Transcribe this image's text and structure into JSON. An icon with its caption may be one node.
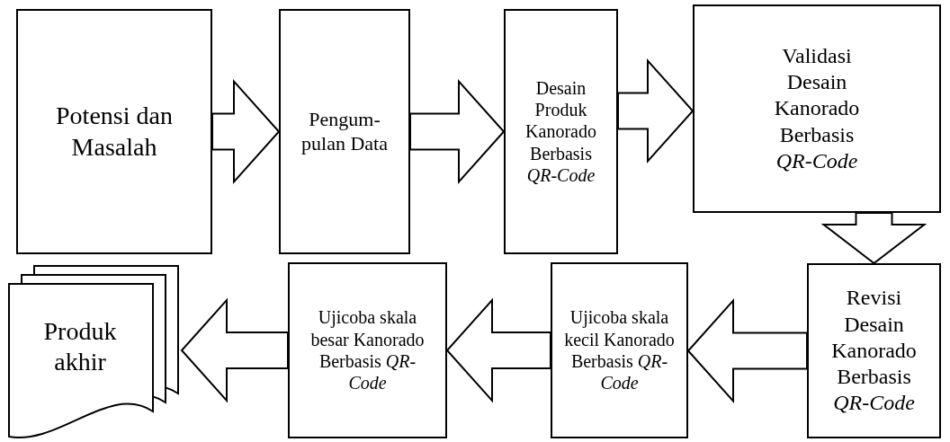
{
  "diagram": {
    "nodes": [
      {
        "text": [
          "Potensi dan Masalah"
        ]
      },
      {
        "text": [
          "Pengum-pulan Data"
        ]
      },
      {
        "text": [
          "Desain Produk Kanorado Berbasis *QR-Code*"
        ]
      },
      {
        "text": [
          "Validasi Desain Kanorado Berbasis *QR-Code*"
        ]
      },
      {
        "text": [
          "Revisi Desain Kanorado Berbasis *QR-Code*"
        ]
      },
      {
        "text": [
          "Ujicoba skala kecil Kanorado Berbasis *QR-Code*"
        ]
      },
      {
        "text": [
          "Ujicoba skala besar Kanorado Berbasis *QR-Code*"
        ]
      },
      {
        "text": [
          "Produk akhir"
        ]
      }
    ],
    "edges": [
      {
        "from": 0,
        "to": 1,
        "arrow": "to"
      },
      {
        "from": 1,
        "to": 2,
        "arrow": "to"
      },
      {
        "from": 2,
        "to": 3,
        "arrow": "to"
      },
      {
        "from": 3,
        "to": 4,
        "arrow": "to"
      },
      {
        "from": 4,
        "to": 5,
        "arrow": "to"
      },
      {
        "from": 5,
        "to": 6,
        "arrow": "to"
      },
      {
        "from": 6,
        "to": 7,
        "arrow": "to"
      }
    ]
  }
}
